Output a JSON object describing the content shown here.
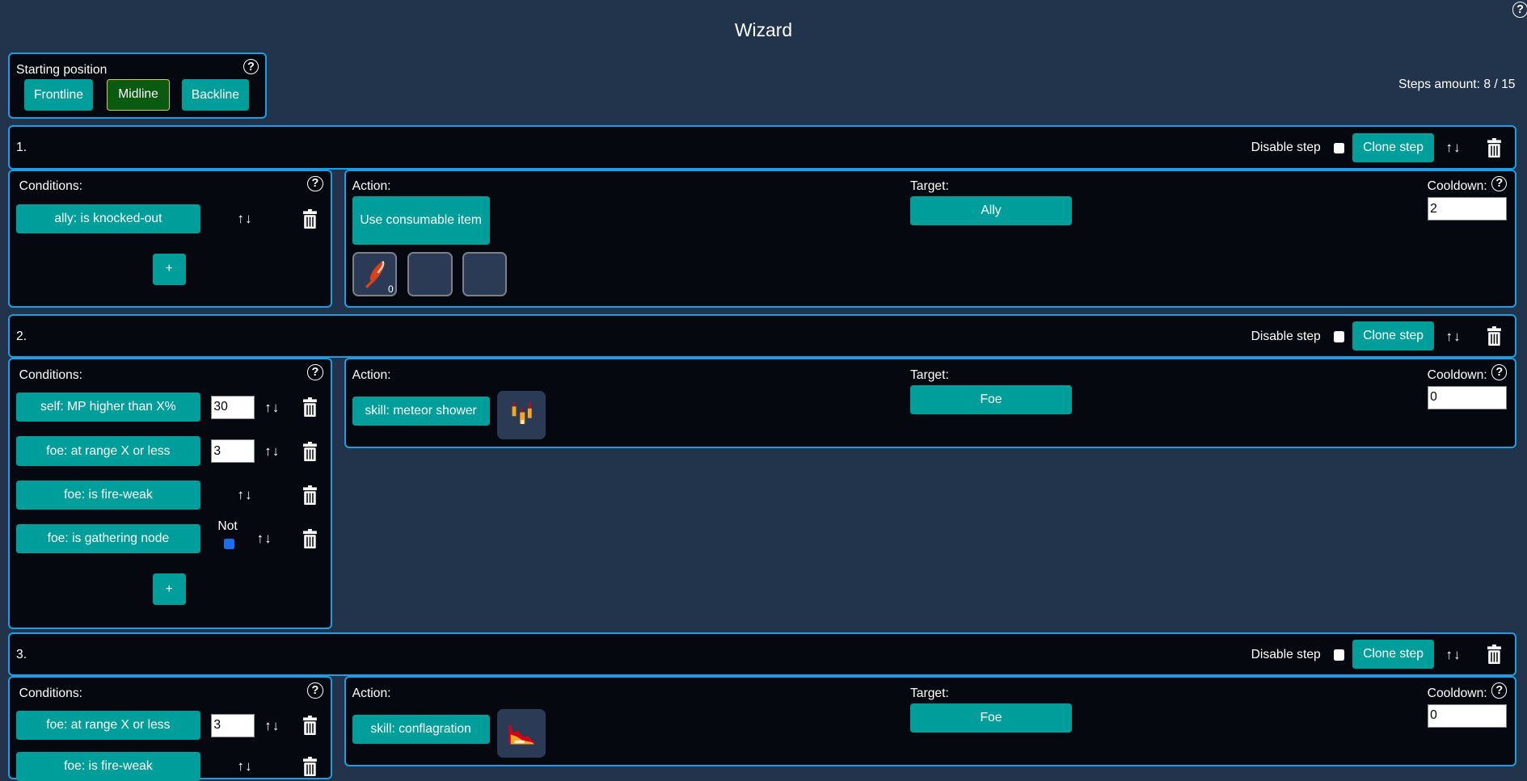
{
  "title": "Wizard",
  "steps_amount": "Steps amount: 8 / 15",
  "starting_position": {
    "label": "Starting position",
    "options": [
      "Frontline",
      "Midline",
      "Backline"
    ],
    "selected": "Midline"
  },
  "labels": {
    "disable_step": "Disable step",
    "clone_step": "Clone step",
    "conditions": "Conditions:",
    "action": "Action:",
    "target": "Target:",
    "cooldown": "Cooldown:",
    "add": "+",
    "not": "Not",
    "arrows": "↑↓"
  },
  "colors": {
    "teal": "#009e9a",
    "panel_border": "#1a9fe6",
    "selected_bg": "#0b5a12"
  },
  "steps": [
    {
      "number": "1.",
      "disabled": false,
      "conditions": [
        {
          "label": "ally: is knocked-out"
        }
      ],
      "action": "Use consumable item",
      "item_count": "0",
      "target": "Ally",
      "cooldown": "2"
    },
    {
      "number": "2.",
      "disabled": false,
      "conditions": [
        {
          "label": "self: MP higher than X%",
          "value": "30"
        },
        {
          "label": "foe: at range X or less",
          "value": "3"
        },
        {
          "label": "foe: is fire-weak"
        },
        {
          "label": "foe: is gathering node",
          "not": true
        }
      ],
      "action": "skill: meteor shower",
      "target": "Foe",
      "cooldown": "0"
    },
    {
      "number": "3.",
      "disabled": false,
      "conditions": [
        {
          "label": "foe: at range X or less",
          "value": "3"
        },
        {
          "label": "foe: is fire-weak"
        }
      ],
      "action": "skill: conflagration",
      "target": "Foe",
      "cooldown": "0"
    }
  ]
}
